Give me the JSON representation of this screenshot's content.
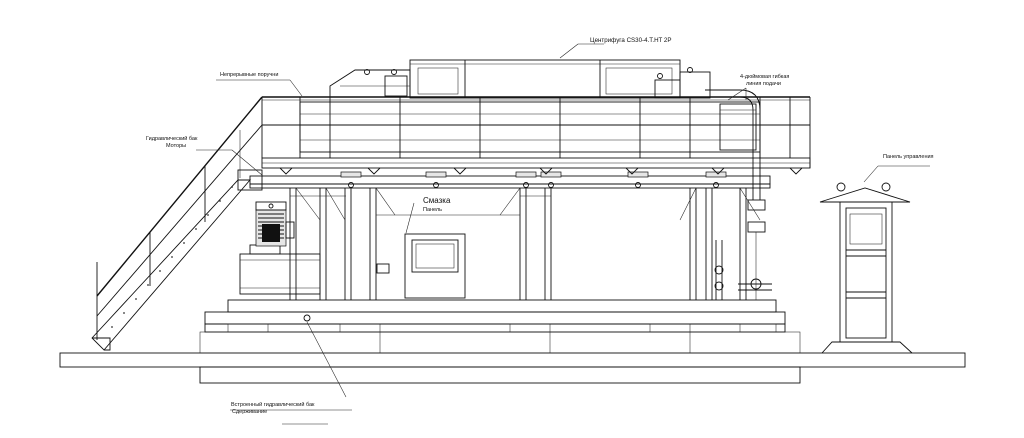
{
  "callouts": {
    "centrifuge": "Центрифуга CS30-4.T.HT 2P",
    "handrails": "Непрерывные поручни",
    "feed_line_1": "4-дюймовая гибкая",
    "feed_line_2": "линия подачи",
    "hydraulic_tank": "Гидравлический бак",
    "motors": "Моторы",
    "lubrication": "Смазка",
    "lubrication_panel": "Панель",
    "control_panel": "Панель управления",
    "builtin_tank": "Встроенный гидравлический бак",
    "containment": "Сдерживание"
  },
  "colors": {
    "line": "#111111",
    "background": "#ffffff"
  }
}
